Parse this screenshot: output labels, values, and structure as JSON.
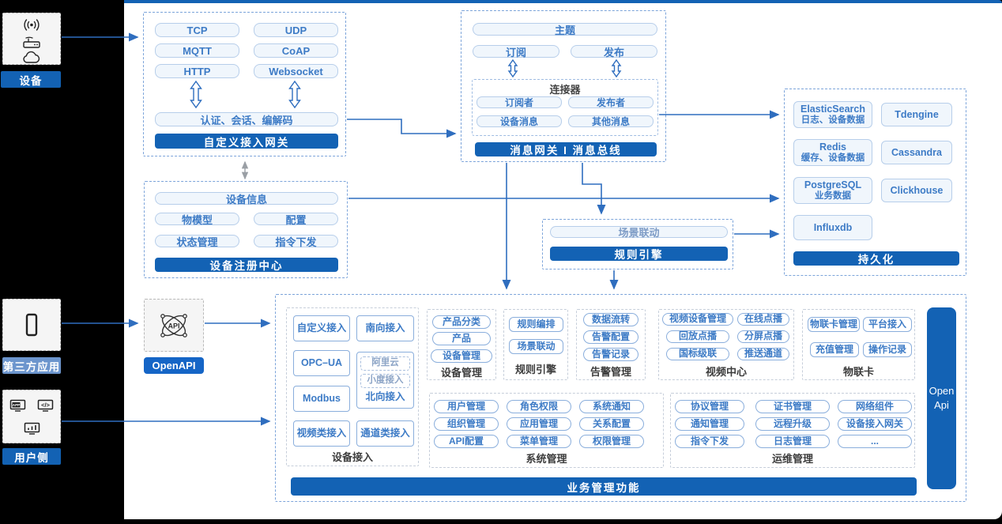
{
  "colors": {
    "primary_blue": "#1362B4",
    "light_label_blue": "#6C95CD",
    "arrow_blue": "#2F6EBF",
    "chip_fill": "#F0F6FC",
    "chip_border": "#B7CEEA",
    "item_text_blue": "#3D7BC6",
    "gray_arrow": "#9A9FA5"
  },
  "sources": {
    "device": {
      "label": "设备",
      "icons": [
        "signal-icon",
        "router-icon",
        "cloud-icon"
      ]
    },
    "third_party": {
      "label": "第三方应用",
      "icons": [
        "smartphone-icon"
      ]
    },
    "user_side": {
      "label": "用户侧",
      "icons": [
        "app-window-icon",
        "code-window-icon",
        "chart-window-icon"
      ]
    },
    "openapi": {
      "label": "OpenAPI",
      "icons": [
        "api-network-icon"
      ]
    }
  },
  "gateway": {
    "protocols": [
      "TCP",
      "UDP",
      "MQTT",
      "CoAP",
      "HTTP",
      "Websocket"
    ],
    "auth": "认证、会话、编解码",
    "title": "自定义接入网关"
  },
  "message_bus": {
    "topic": "主题",
    "subscribe": "订阅",
    "publish": "发布",
    "connector": {
      "title": "连接器",
      "items": [
        "订阅者",
        "发布者",
        "设备消息",
        "其他消息"
      ]
    },
    "title": "消息网关 I 消息总线"
  },
  "registry": {
    "device_info": "设备信息",
    "items": [
      "物模型",
      "配置",
      "状态管理",
      "指令下发"
    ],
    "title": "设备注册中心"
  },
  "rule_engine_mid": {
    "scene_linkage": "场景联动",
    "title": "规则引擎"
  },
  "persistence": {
    "title": "持久化",
    "stores": [
      {
        "name": "ElasticSearch",
        "desc": "日志、设备数据"
      },
      {
        "name": "Tdengine",
        "desc": ""
      },
      {
        "name": "Redis",
        "desc": "缓存、设备数据"
      },
      {
        "name": "Cassandra",
        "desc": ""
      },
      {
        "name": "PostgreSQL",
        "desc": "业务数据"
      },
      {
        "name": "Clickhouse",
        "desc": ""
      },
      {
        "name": "Influxdb",
        "desc": ""
      }
    ]
  },
  "platform": {
    "footer": "业务管理功能",
    "open_api": {
      "line1": "Open",
      "line2": "Api"
    },
    "device_access": {
      "label": "设备接入",
      "items": [
        "自定义接入",
        "南向接入",
        "OPC–UA",
        "Modbus",
        "视频类接入",
        "通道类接入"
      ],
      "north": {
        "label": "北向接入",
        "sub": [
          "阿里云",
          "小度接入"
        ]
      }
    },
    "device_mgmt": {
      "label": "设备管理",
      "items": [
        "产品分类",
        "产品",
        "设备管理"
      ]
    },
    "rule_engine": {
      "label": "规则引擎",
      "items": [
        "规则编排",
        "场景联动"
      ]
    },
    "alarm": {
      "label": "告警管理",
      "items": [
        "数据流转",
        "告警配置",
        "告警记录"
      ]
    },
    "video": {
      "label": "视频中心",
      "items": [
        "视频设备管理",
        "在线点播",
        "回放点播",
        "分屏点播",
        "国标级联",
        "推送通道"
      ]
    },
    "iot_card": {
      "label": "物联卡",
      "items": [
        "物联卡管理",
        "平台接入",
        "充值管理",
        "操作记录"
      ]
    },
    "system": {
      "label": "系统管理",
      "items": [
        "用户管理",
        "角色权限",
        "系统通知",
        "组织管理",
        "应用管理",
        "关系配置",
        "API配置",
        "菜单管理",
        "权限管理"
      ]
    },
    "ops": {
      "label": "运维管理",
      "items": [
        "协议管理",
        "证书管理",
        "网络组件",
        "通知管理",
        "远程升级",
        "设备接入网关",
        "指令下发",
        "日志管理",
        "..."
      ]
    }
  }
}
